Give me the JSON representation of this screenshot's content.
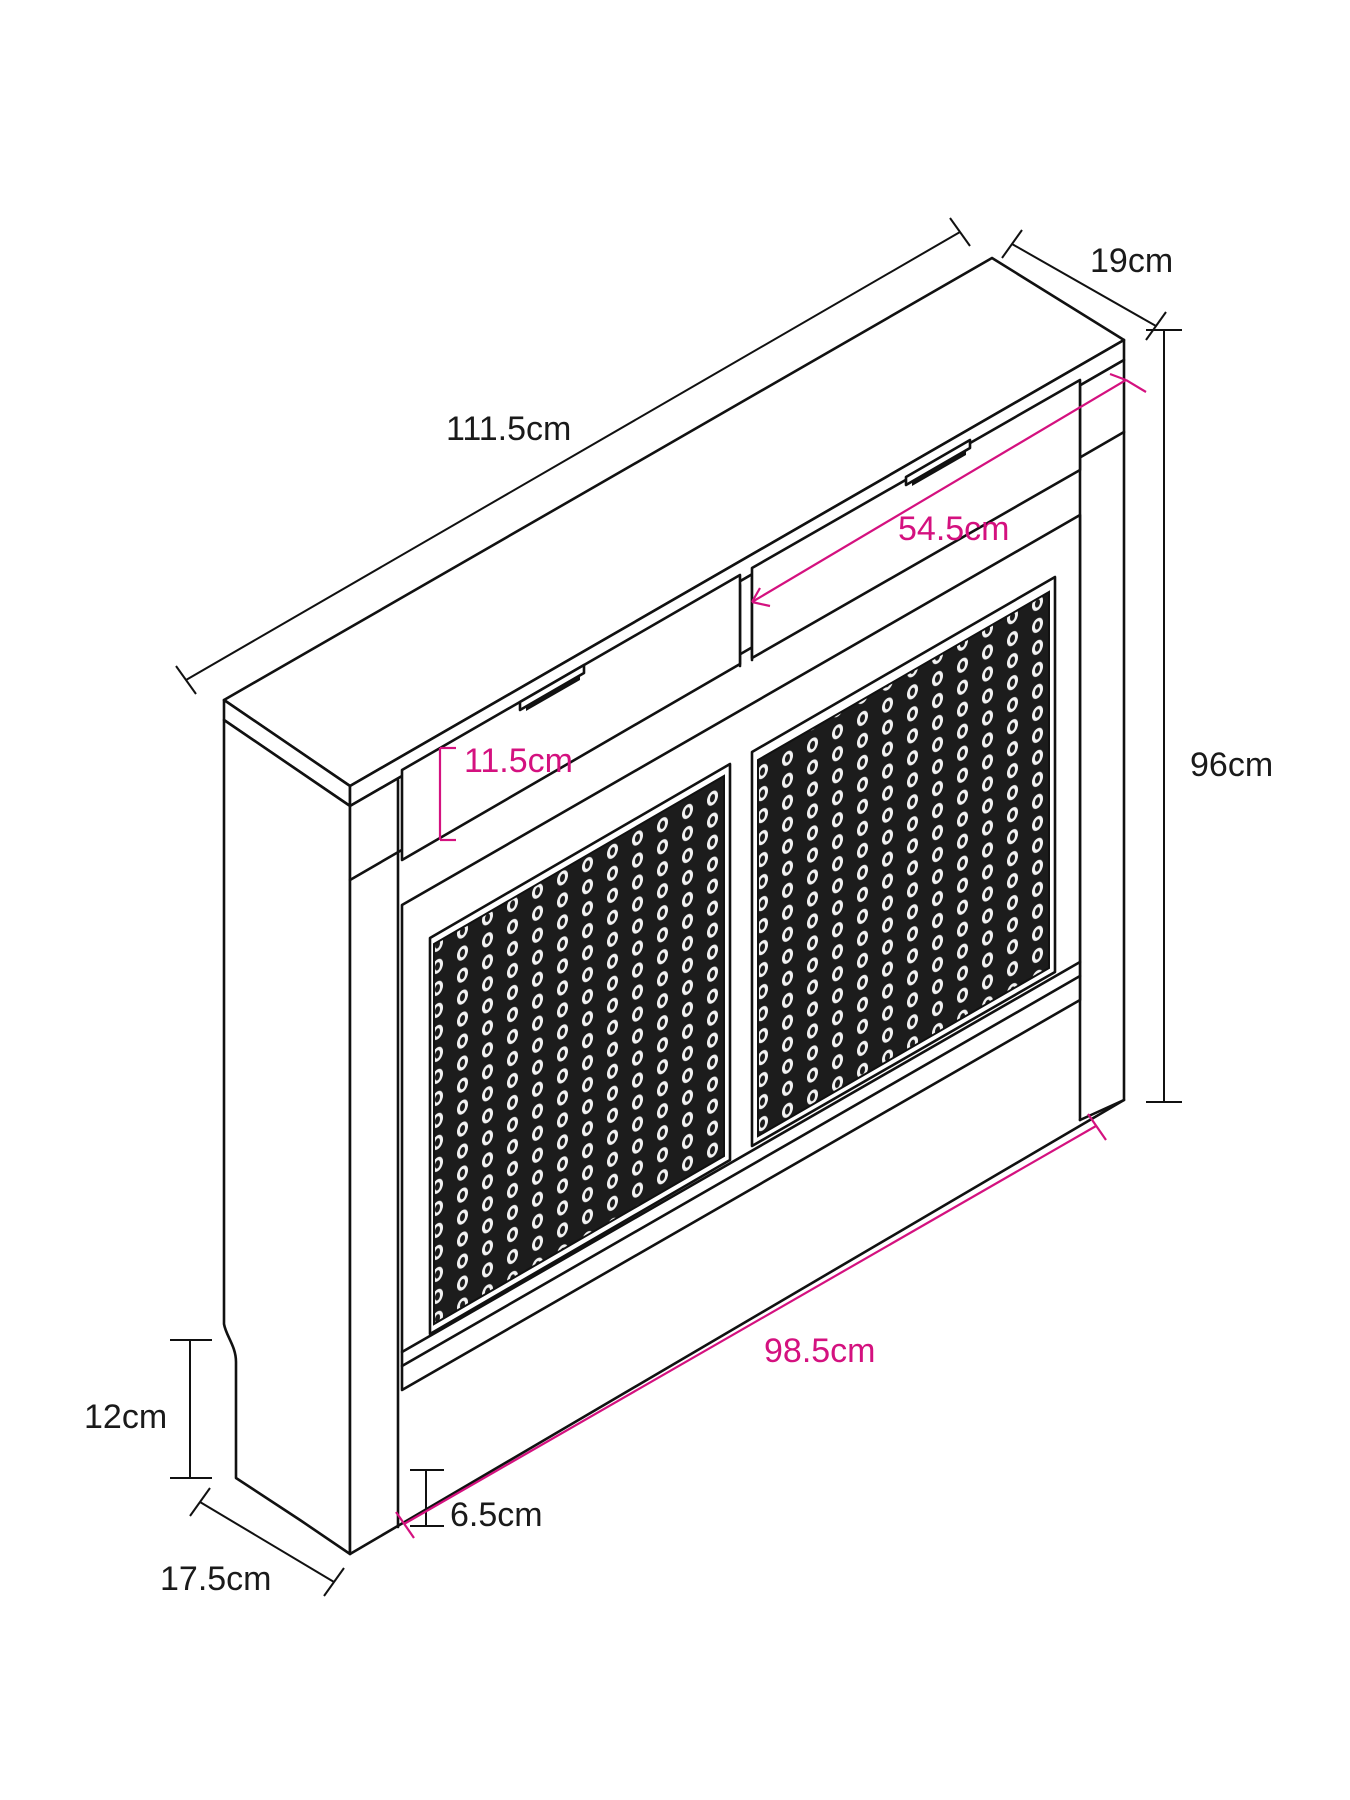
{
  "dimensions": {
    "overall_width": "111.5cm",
    "overall_depth": "19cm",
    "overall_height": "96cm",
    "inner_width": "98.5cm",
    "shelf_width": "54.5cm",
    "shelf_height": "11.5cm",
    "foot_cutout_height": "12cm",
    "base_depth": "17.5cm",
    "plinth_height": "6.5cm"
  },
  "colors": {
    "outline": "#111111",
    "measure_black": "#1a1a1a",
    "measure_pink": "#d4117f",
    "grille": "#1c1c1c",
    "grille_hole": "#f2f2f2"
  }
}
